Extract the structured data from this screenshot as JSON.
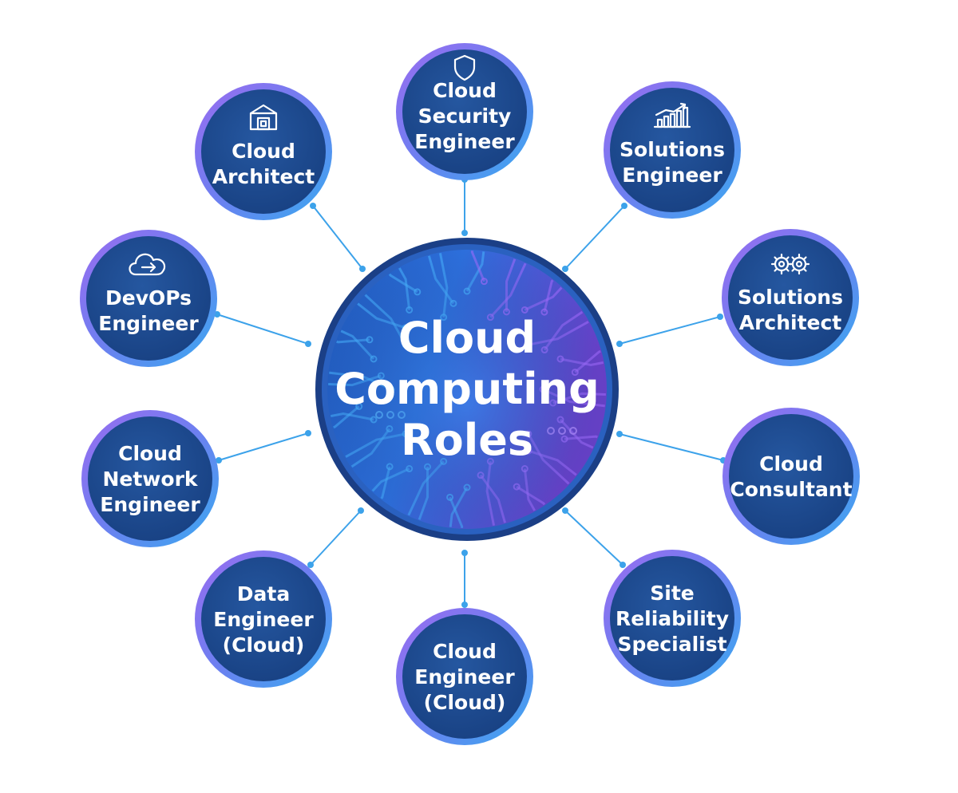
{
  "center": {
    "title_lines": [
      "Cloud",
      "Computing",
      "Roles"
    ]
  },
  "roles": [
    {
      "id": "cloud-security-engineer",
      "lines": [
        "Cloud",
        "Security",
        "Engineer"
      ],
      "icon": "shield-icon"
    },
    {
      "id": "solutions-engineer",
      "lines": [
        "Solutions",
        "Engineer"
      ],
      "icon": "bar-chart-icon"
    },
    {
      "id": "solutions-architect",
      "lines": [
        "Solutions",
        "Architect"
      ],
      "icon": "gears-icon"
    },
    {
      "id": "cloud-consultant",
      "lines": [
        "Cloud",
        "Consultant"
      ],
      "icon": ""
    },
    {
      "id": "site-reliability-specialist",
      "lines": [
        "Site",
        "Reliability",
        "Specialist"
      ],
      "icon": ""
    },
    {
      "id": "cloud-engineer",
      "lines": [
        "Cloud",
        "Engineer",
        "(Cloud)"
      ],
      "icon": ""
    },
    {
      "id": "data-engineer",
      "lines": [
        "Data",
        "Engineer",
        "(Cloud)"
      ],
      "icon": ""
    },
    {
      "id": "cloud-network-engineer",
      "lines": [
        "Cloud",
        "Network",
        "Engineer"
      ],
      "icon": ""
    },
    {
      "id": "devops-engineer",
      "lines": [
        "DevOPs",
        "Engineer"
      ],
      "icon": "cloud-sync-icon"
    },
    {
      "id": "cloud-architect",
      "lines": [
        "Cloud",
        "Architect"
      ],
      "icon": "building-icon"
    }
  ],
  "colors": {
    "node_fill": "#1c4a8e",
    "node_ring_outer": "#8a63e6",
    "node_ring_inner": "#3fa6ee",
    "connector": "#3ca2ea",
    "center_fill_left": "#2c6fd6",
    "center_fill_right": "#7b4ed8"
  }
}
